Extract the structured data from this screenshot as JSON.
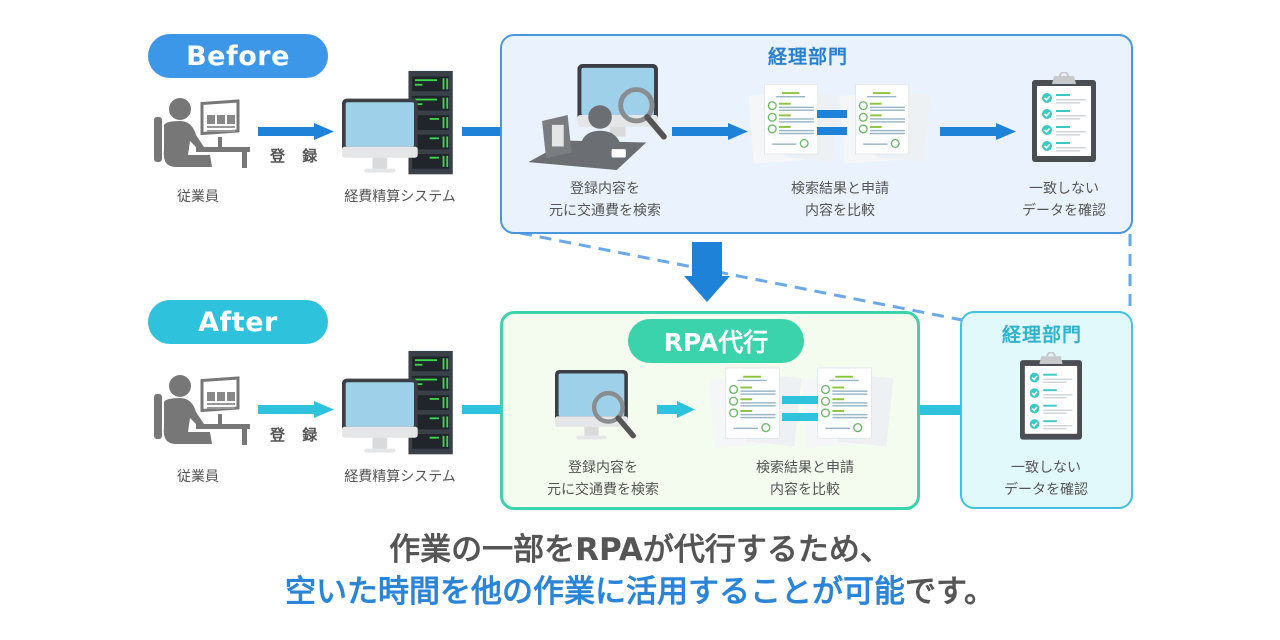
{
  "colors": {
    "before_accent": "#3d97e8",
    "after_accent": "#2ec2dc",
    "rpa_accent": "#3bd3ab",
    "headline_blue": "#2a84d8",
    "text_gray": "#555555",
    "before_arrow": "#1e82d8",
    "after_arrow": "#2ec2dc"
  },
  "before": {
    "badge": "Before",
    "employee_label": "従業員",
    "register_label": "登 録",
    "system_label": "経費精算システム",
    "department": {
      "title": "経理部門",
      "steps": [
        {
          "icon": "person-search-computer-icon",
          "label_lines": [
            "登録内容を",
            "元に交通費を検索"
          ]
        },
        {
          "icon": "documents-compare-icon",
          "label_lines": [
            "検索結果と申請",
            "内容を比較"
          ]
        },
        {
          "icon": "clipboard-checklist-icon",
          "label_lines": [
            "一致しない",
            "データを確認"
          ]
        }
      ]
    }
  },
  "after": {
    "badge": "After",
    "employee_label": "従業員",
    "register_label": "登 録",
    "system_label": "経費精算システム",
    "rpa": {
      "title": "RPA代行",
      "steps": [
        {
          "icon": "computer-search-icon",
          "label_lines": [
            "登録内容を",
            "元に交通費を検索"
          ]
        },
        {
          "icon": "documents-compare-icon",
          "label_lines": [
            "検索結果と申請",
            "内容を比較"
          ]
        }
      ]
    },
    "department": {
      "title": "経理部門",
      "step": {
        "icon": "clipboard-checklist-icon",
        "label_lines": [
          "一致しない",
          "データを確認"
        ]
      }
    }
  },
  "headline": {
    "line1": "作業の一部をRPAが代行するため、",
    "line2_highlight": "空いた時間を他の作業に活用することが可能",
    "line2_tail": "です。"
  }
}
